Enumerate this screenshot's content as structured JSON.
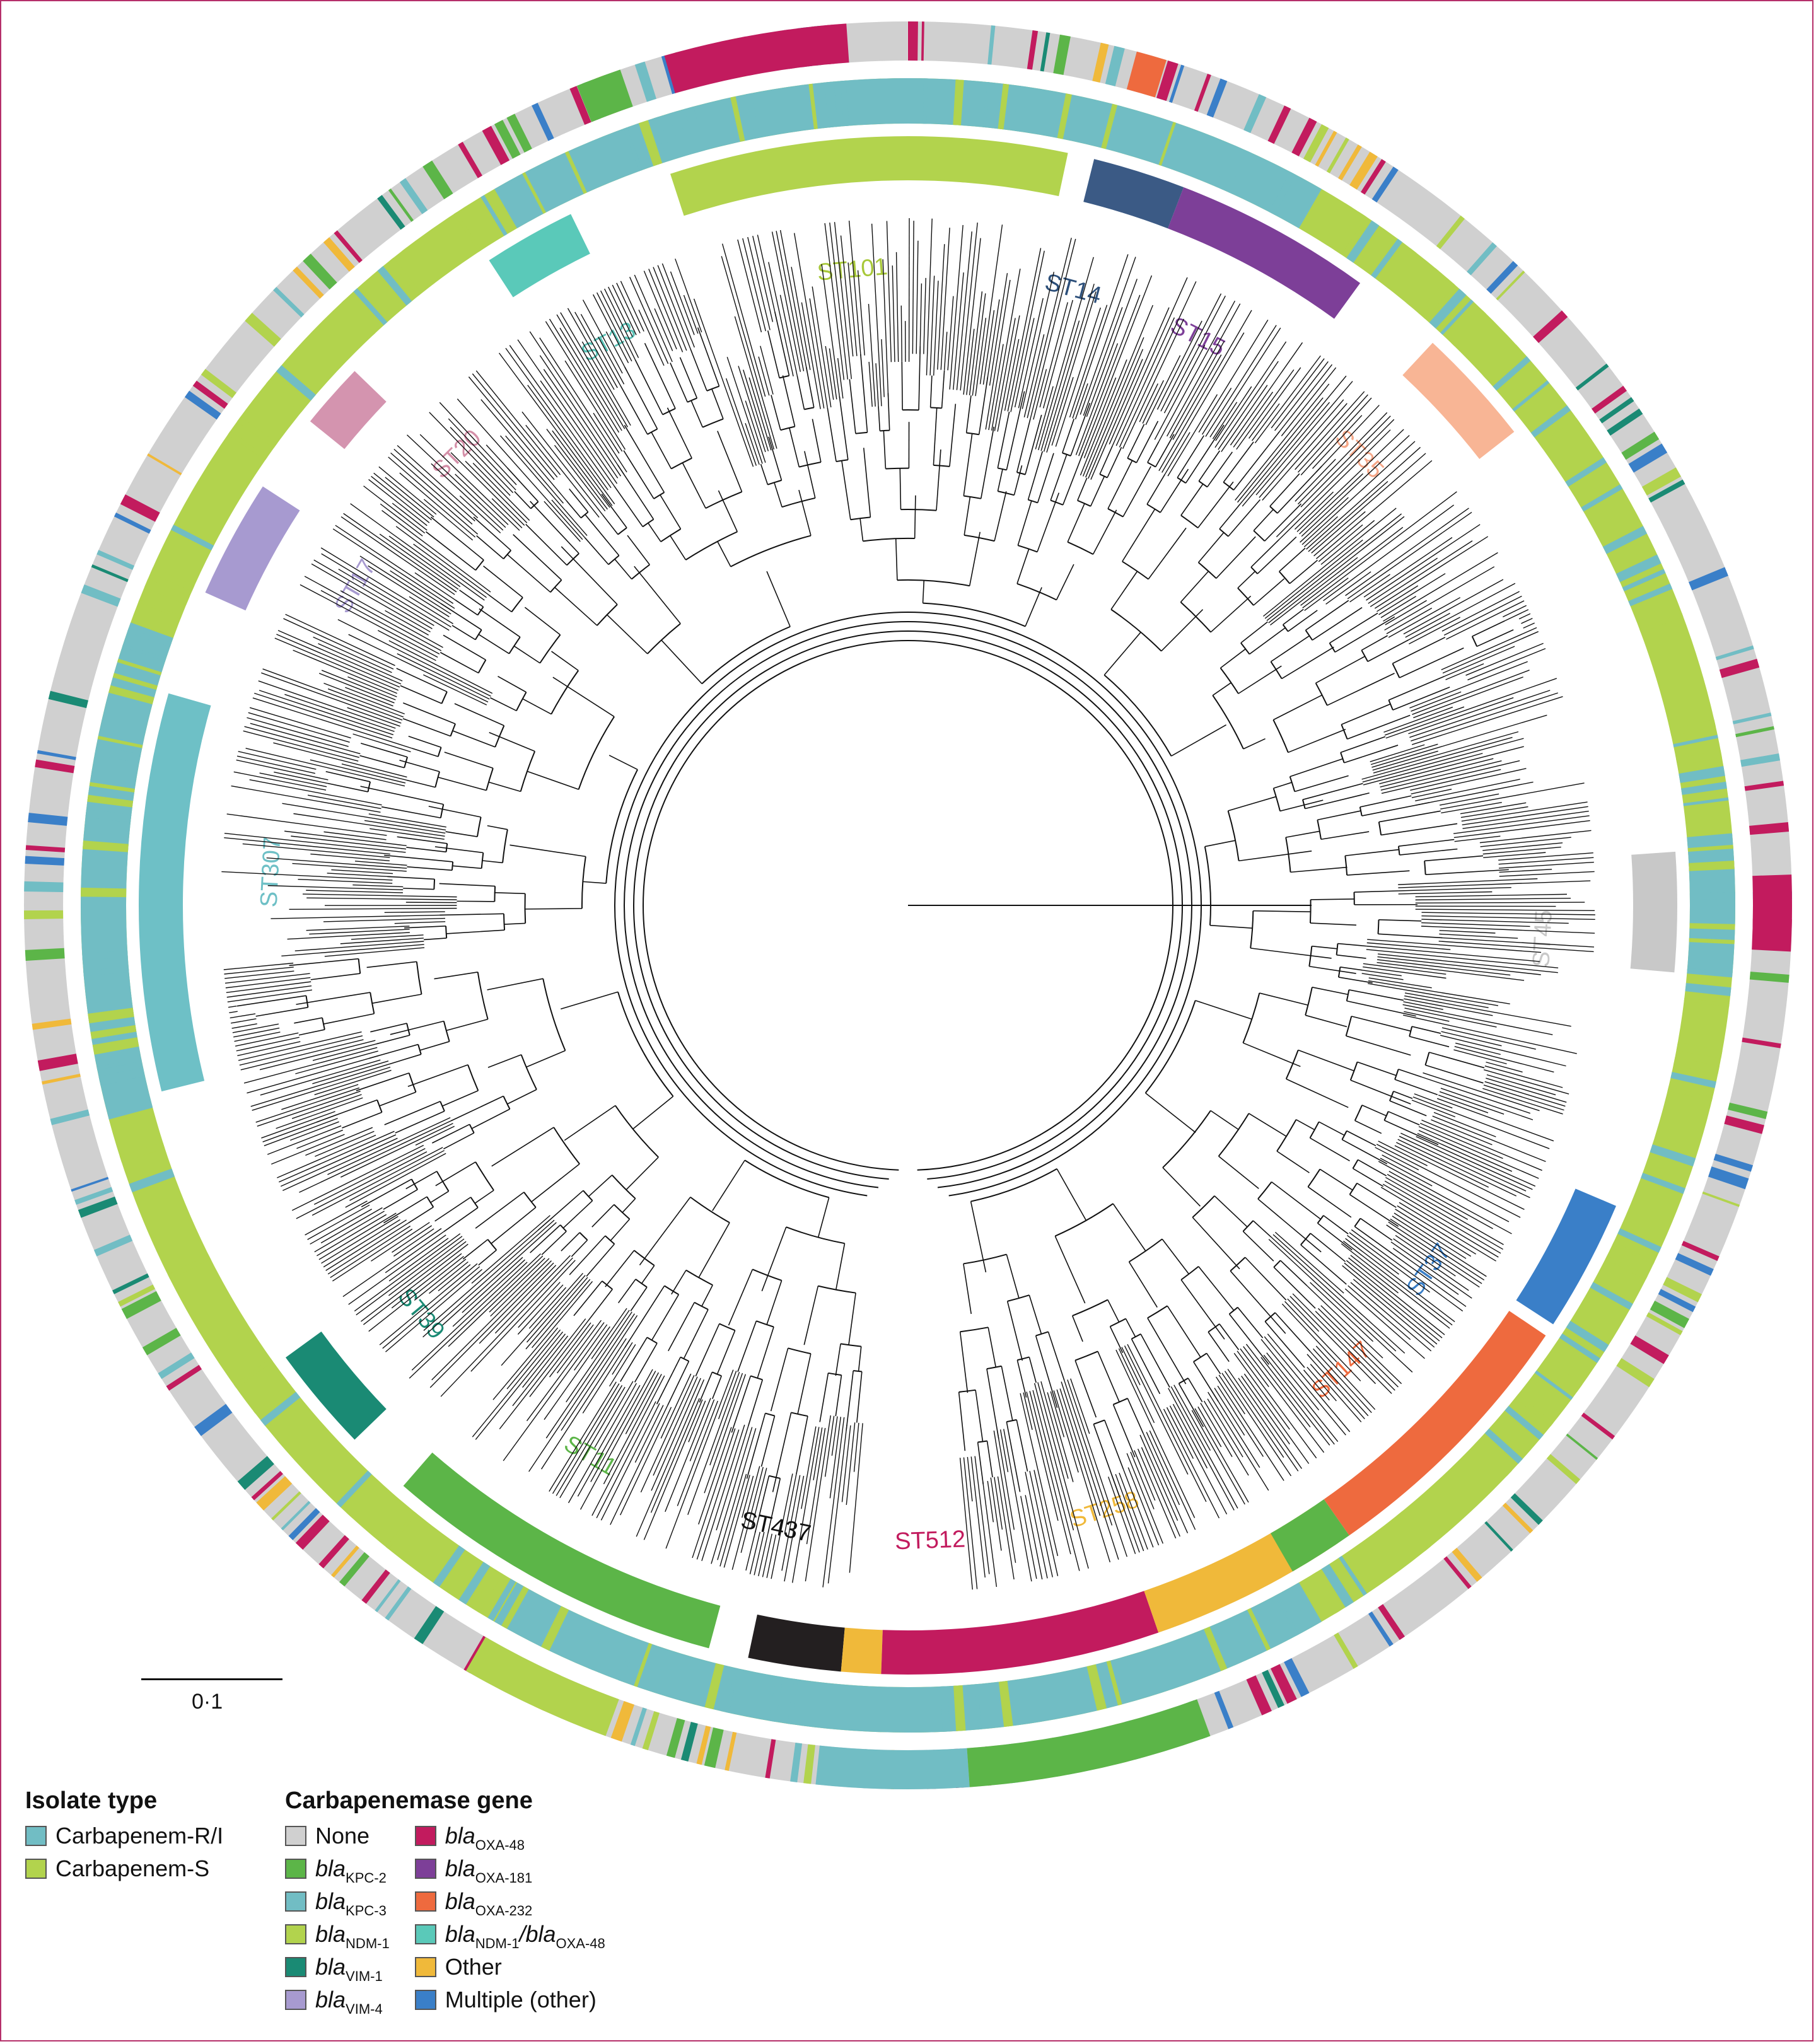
{
  "scale_bar": {
    "label": "0·1"
  },
  "st_labels": [
    {
      "text": "ST101",
      "angle": -5,
      "color": "#a8c83a"
    },
    {
      "text": "ST13",
      "angle": -28,
      "color": "#5ac2b7"
    },
    {
      "text": "ST14",
      "angle": 15,
      "color": "#2c4f7a"
    },
    {
      "text": "ST15",
      "angle": 27,
      "color": "#7d3f98"
    },
    {
      "text": "ST35",
      "angle": 45,
      "color": "#f5a788"
    },
    {
      "text": "ST20",
      "angle": -45,
      "color": "#d48fa8"
    },
    {
      "text": "ST17",
      "angle": -60,
      "color": "#a79ad0"
    },
    {
      "text": "ST307",
      "angle": -87,
      "color": "#6ec0c6"
    },
    {
      "text": "ST45",
      "angle": 93,
      "color": "#c8c8c8"
    },
    {
      "text": "ST37",
      "angle": 125,
      "color": "#3a7fc8"
    },
    {
      "text": "ST147",
      "angle": 137,
      "color": "#ee6a3e"
    },
    {
      "text": "ST39",
      "angle": -130,
      "color": "#1a8a74"
    },
    {
      "text": "ST11",
      "angle": -150,
      "color": "#5cb548"
    },
    {
      "text": "ST437",
      "angle": -168,
      "color": "#111111"
    },
    {
      "text": "ST512",
      "angle": 178,
      "color": "#c21b5e"
    },
    {
      "text": "ST258",
      "angle": 162,
      "color": "#f0b93a"
    }
  ],
  "st_blocks": [
    {
      "start": -18,
      "end": 12,
      "color": "#b2d34d"
    },
    {
      "start": -33,
      "end": -26,
      "color": "#5ac9b9"
    },
    {
      "start": 14,
      "end": 21,
      "color": "#3b5a85"
    },
    {
      "start": 21,
      "end": 36,
      "color": "#7d3f98"
    },
    {
      "start": 43,
      "end": 52,
      "color": "#f8b595"
    },
    {
      "start": -51,
      "end": -46,
      "color": "#d494af"
    },
    {
      "start": -66,
      "end": -57,
      "color": "#a79ad0"
    },
    {
      "start": -104,
      "end": -74,
      "color": "#6ec0c6"
    },
    {
      "start": 86,
      "end": 95,
      "color": "#c8c8c8"
    },
    {
      "start": 113,
      "end": 123,
      "color": "#3a7fc8"
    },
    {
      "start": 124,
      "end": 145,
      "color": "#ee6a3e"
    },
    {
      "start": -134,
      "end": -126,
      "color": "#1a8a74"
    },
    {
      "start": -165,
      "end": -139,
      "color": "#5cb548"
    },
    {
      "start": -175,
      "end": -168,
      "color": "#231f20"
    },
    {
      "start": -178,
      "end": -175,
      "color": "#f0b93a"
    },
    {
      "start": 161,
      "end": 182,
      "color": "#c21b5e"
    },
    {
      "start": 146,
      "end": 161,
      "color": "#f0b93a"
    },
    {
      "start": 145,
      "end": 150,
      "color": "#5cb548"
    }
  ],
  "legend": {
    "isolate_type": {
      "title": "Isolate type",
      "items": [
        {
          "label": "Carbapenem-R/I",
          "color": "#71bdc4"
        },
        {
          "label": "Carbapenem-S",
          "color": "#b2d34d"
        }
      ]
    },
    "carbapenemase": {
      "title": "Carbapenemase gene",
      "col1": [
        {
          "base": "None",
          "sub": "",
          "color": "#d0d0d0"
        },
        {
          "base": "bla",
          "sub": "KPC-2",
          "color": "#5cb548"
        },
        {
          "base": "bla",
          "sub": "KPC-3",
          "color": "#71bdc4"
        },
        {
          "base": "bla",
          "sub": "NDM-1",
          "color": "#b2d34d"
        },
        {
          "base": "bla",
          "sub": "VIM-1",
          "color": "#1a8a74"
        },
        {
          "base": "bla",
          "sub": "VIM-4",
          "color": "#a79ad0"
        }
      ],
      "col2": [
        {
          "base": "bla",
          "sub": "OXA-48",
          "color": "#c21b5e"
        },
        {
          "base": "bla",
          "sub": "OXA-181",
          "color": "#7d3f98"
        },
        {
          "base": "bla",
          "sub": "OXA-232",
          "color": "#ee6a3e"
        },
        {
          "base": "bla",
          "sub": "NDM-1",
          "base2": "/bla",
          "sub2": "OXA-48",
          "color": "#5ac9b9"
        },
        {
          "base": "Other",
          "sub": "",
          "color": "#f0b93a"
        },
        {
          "base": "Multiple (other)",
          "sub": "",
          "color": "#3a7fc8"
        }
      ]
    }
  },
  "colors": {
    "ring_R": "#71bdc4",
    "ring_S": "#b2d34d",
    "gene_none": "#d0d0d0",
    "gene_kpc2": "#5cb548",
    "gene_kpc3": "#71bdc4",
    "gene_ndm1": "#b2d34d",
    "gene_vim1": "#1a8a74",
    "gene_vim4": "#a79ad0",
    "gene_oxa48": "#c21b5e",
    "gene_oxa181": "#7d3f98",
    "gene_oxa232": "#ee6a3e",
    "gene_ndm_oxa": "#5ac9b9",
    "gene_other": "#f0b93a",
    "gene_multi": "#3a7fc8"
  }
}
